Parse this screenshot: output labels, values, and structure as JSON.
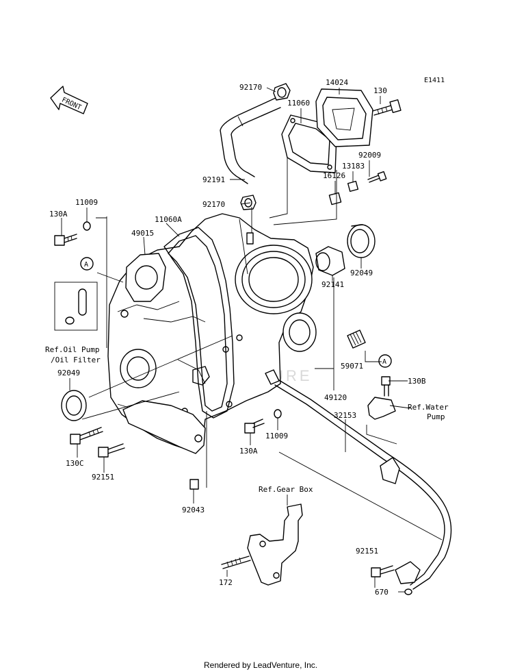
{
  "diagram": {
    "code": "E1411",
    "front_label": "FRONT",
    "credit": "Rendered by LeadVenture, Inc.",
    "watermark": "LEADVENTURE",
    "callouts": {
      "c92170_top": "92170",
      "c14024": "14024",
      "c130": "130",
      "c11060": "11060",
      "c92009": "92009",
      "c13183": "13183",
      "c16126": "16126",
      "c92191": "92191",
      "c92170_mid": "92170",
      "c130A_left": "130A",
      "c11009_left": "11009",
      "c11060A": "11060A",
      "c49015": "49015",
      "c92049_right": "92049",
      "c92141": "92141",
      "c59071": "59071",
      "c49120": "49120",
      "c130B": "130B",
      "c92049_left": "92049",
      "c32153": "32153",
      "c11009_mid": "11009",
      "c130A_mid": "130A",
      "c130C": "130C",
      "c92151_left": "92151",
      "c92043": "92043",
      "c92151_right": "92151",
      "c172": "172",
      "c670": "670",
      "ref_a_left": "A",
      "ref_a_right": "A"
    },
    "refs": {
      "oil_pump_line1": "Ref.Oil Pump",
      "oil_pump_line2": "/Oil Filter",
      "water_pump_line1": "Ref.Water",
      "water_pump_line2": "Pump",
      "gear_box": "Ref.Gear Box"
    }
  }
}
